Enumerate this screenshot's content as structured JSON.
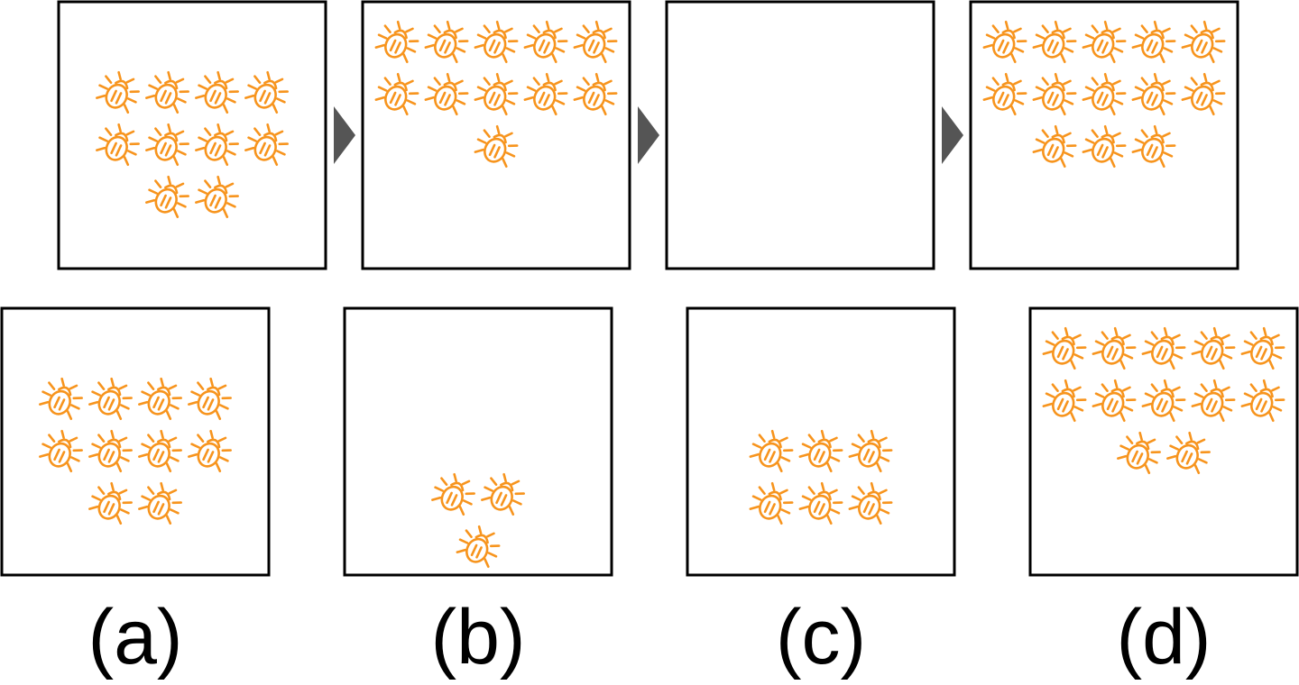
{
  "colors": {
    "bug": "#F7941D",
    "frame": "#000000",
    "arrow": "#555555",
    "background": "#FFFFFF"
  },
  "icon": "beetle-icon",
  "sequence": [
    {
      "rows": [
        4,
        4,
        2
      ]
    },
    {
      "rows": [
        5,
        5,
        1
      ]
    },
    {
      "rows": [],
      "missing": true
    },
    {
      "rows": [
        5,
        5,
        3
      ]
    }
  ],
  "options": [
    {
      "label": "(a)",
      "rows": [
        4,
        4,
        2
      ]
    },
    {
      "label": "(b)",
      "rows": [
        2,
        1
      ]
    },
    {
      "label": "(c)",
      "rows": [
        3,
        3
      ]
    },
    {
      "label": "(d)",
      "rows": [
        5,
        5,
        2
      ]
    }
  ]
}
